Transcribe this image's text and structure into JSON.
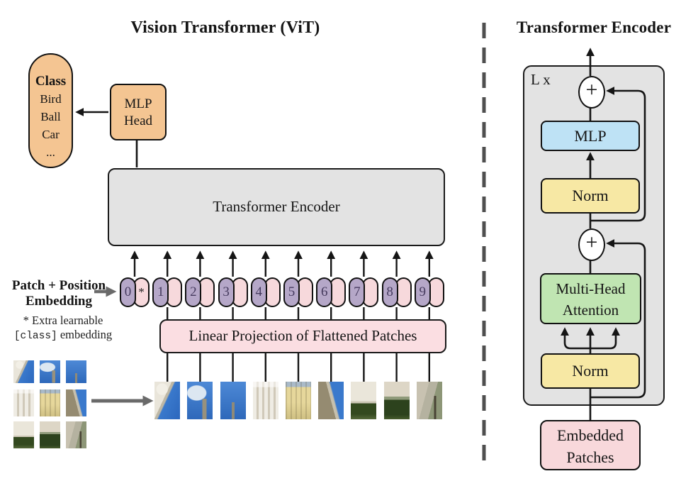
{
  "left": {
    "title": "Vision Transformer (ViT)",
    "class_capsule": {
      "heading": "Class",
      "classes": [
        "Bird",
        "Ball",
        "Car",
        "..."
      ]
    },
    "mlp_head": {
      "line1": "MLP",
      "line2": "Head"
    },
    "encoder_box_label": "Transformer Encoder",
    "patch_position": {
      "line1": "Patch + Position",
      "line2": "Embedding"
    },
    "note": {
      "prefix": "* Extra learnable",
      "code": "[class]",
      "suffix": "embedding"
    },
    "linear_projection_label": "Linear Projection of Flattened Patches",
    "tokens": [
      {
        "label": "0",
        "extra": "*"
      },
      {
        "label": "1",
        "extra": ""
      },
      {
        "label": "2",
        "extra": ""
      },
      {
        "label": "3",
        "extra": ""
      },
      {
        "label": "4",
        "extra": ""
      },
      {
        "label": "5",
        "extra": ""
      },
      {
        "label": "6",
        "extra": ""
      },
      {
        "label": "7",
        "extra": ""
      },
      {
        "label": "8",
        "extra": ""
      },
      {
        "label": "9",
        "extra": ""
      }
    ]
  },
  "right": {
    "title": "Transformer Encoder",
    "loop_label": "L x",
    "plus_symbol": "+",
    "mlp": "MLP",
    "norm_top": "Norm",
    "attention_line1": "Multi-Head",
    "attention_line2": "Attention",
    "norm_bottom": "Norm",
    "embedded_line1": "Embedded",
    "embedded_line2": "Patches"
  },
  "patches": {
    "flattened": [
      "building-sky",
      "sky-cloud-tower",
      "sky-spire",
      "white-facade",
      "yellow-facade",
      "tower-facade",
      "facade-greenery",
      "facade-hedge",
      "path-tree"
    ],
    "grid": [
      [
        "building-sky",
        "sky-cloud-tower",
        "sky-spire"
      ],
      [
        "white-facade",
        "yellow-facade",
        "tower-facade"
      ],
      [
        "facade-greenery",
        "facade-hedge",
        "path-tree"
      ]
    ]
  },
  "colors": {
    "orange": "#F4C592",
    "panel": "#E3E3E3",
    "purple": "#B5A7C8",
    "pink": "#F7D9DC",
    "pinkbox": "#FBDEE2",
    "blue": "#BEE2F5",
    "yellow": "#F7E8A4",
    "green": "#C0E5B2",
    "epink": "#F8D8DB",
    "line": "#151515",
    "muted": "#6a6a6a"
  }
}
